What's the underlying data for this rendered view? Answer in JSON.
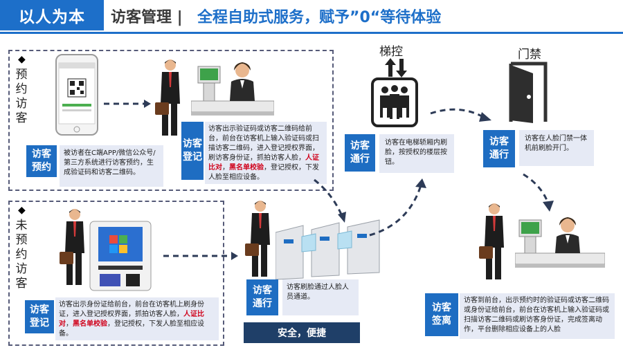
{
  "header": {
    "tag": "以人为本",
    "title": "访客管理 |",
    "subtitle": "全程自助式服务，赋予”0“等待体验"
  },
  "sections": {
    "reserved": {
      "bullet": "◆",
      "lines": [
        "预",
        "约",
        "访",
        "客"
      ]
    },
    "unreserved": {
      "bullet": "◆",
      "lines": [
        "未",
        "预",
        "约",
        "访",
        "客"
      ]
    }
  },
  "captions": {
    "elevator": "梯控",
    "door": "门禁"
  },
  "steps": {
    "reserve": {
      "label": [
        "访客",
        "预约"
      ],
      "text": "被访者在C端APP/微信公众号/第三方系统进行访客预约，生成验证码和访客二维码。"
    },
    "register_reserved": {
      "label": [
        "访客",
        "登记"
      ],
      "text_a": "访客出示验证码或访客二维码给前台，前台在访客机上输入验证码或扫描访客二维码，进入登记授权界面，刷访客身份证，抓拍访客人脸，",
      "red1": "人证比对",
      "sep": "，",
      "red2": "黑名单校验",
      "text_b": "，登记授权，下发人脸至相应设备。"
    },
    "register_unreserved": {
      "label": [
        "访客",
        "登记"
      ],
      "text_a": "访客出示身份证给前台，前台在访客机上刷身份证，进入登记授权界面，抓拍访客人脸，",
      "red1": "人证比对",
      "sep": "，",
      "red2": "黑名单校验",
      "text_b": "，登记授权，下发人脸至相应设备。"
    },
    "pass_gate": {
      "label": [
        "访客",
        "通行"
      ],
      "text": "访客刷脸通过人脸人员通道。"
    },
    "pass_elevator": {
      "label": [
        "访客",
        "通行"
      ],
      "text": "访客在电梯轿厢内刷脸，按授权的楼层按钮。"
    },
    "pass_door": {
      "label": [
        "访客",
        "通行"
      ],
      "text": "访客在人脸门禁一体机前刷脸开门。"
    },
    "checkout": {
      "label": [
        "访客",
        "签离"
      ],
      "text": "访客到前台，出示预约时的验证码或访客二维码或身份证给前台，前台在访客机上输入验证码或扫描访客二维码或刷访客身份证，完成签离动作，平台删除相应设备上的人脸"
    }
  },
  "banner": {
    "safe": "安全，便捷"
  },
  "colors": {
    "accent": "#1d6fc9",
    "label_bg": "#1e6dc2",
    "desc_bg": "#e6eaf5",
    "banner_bg": "#1f3f68",
    "highlight": "#d0021b"
  },
  "icons": [
    "phone-qr-icon",
    "businessman-icon",
    "receptionist-icon",
    "kiosk-icon",
    "turnstile-icon",
    "elevator-icon",
    "door-icon",
    "up-down-arrow-icon"
  ]
}
